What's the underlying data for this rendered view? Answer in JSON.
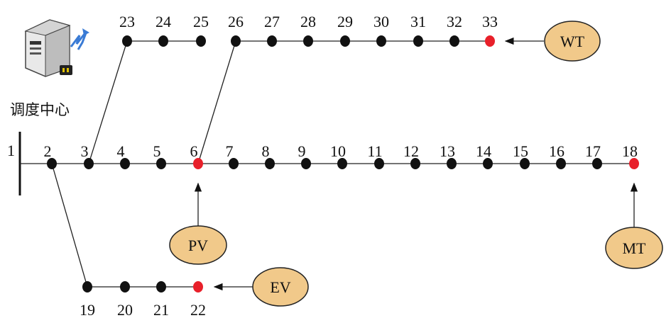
{
  "control_center": {
    "label": "调度中心",
    "icon": "server-icon"
  },
  "main_bus_label": "1",
  "nodes": [
    {
      "id": "2",
      "color": "black"
    },
    {
      "id": "3",
      "color": "black"
    },
    {
      "id": "4",
      "color": "black"
    },
    {
      "id": "5",
      "color": "black"
    },
    {
      "id": "6",
      "color": "red"
    },
    {
      "id": "7",
      "color": "black"
    },
    {
      "id": "8",
      "color": "black"
    },
    {
      "id": "9",
      "color": "black"
    },
    {
      "id": "10",
      "color": "black"
    },
    {
      "id": "11",
      "color": "black"
    },
    {
      "id": "12",
      "color": "black"
    },
    {
      "id": "13",
      "color": "black"
    },
    {
      "id": "14",
      "color": "black"
    },
    {
      "id": "15",
      "color": "black"
    },
    {
      "id": "16",
      "color": "black"
    },
    {
      "id": "17",
      "color": "black"
    },
    {
      "id": "18",
      "color": "red"
    },
    {
      "id": "19",
      "color": "black"
    },
    {
      "id": "20",
      "color": "black"
    },
    {
      "id": "21",
      "color": "black"
    },
    {
      "id": "22",
      "color": "red"
    },
    {
      "id": "23",
      "color": "black"
    },
    {
      "id": "24",
      "color": "black"
    },
    {
      "id": "25",
      "color": "black"
    },
    {
      "id": "26",
      "color": "black"
    },
    {
      "id": "27",
      "color": "black"
    },
    {
      "id": "28",
      "color": "black"
    },
    {
      "id": "29",
      "color": "black"
    },
    {
      "id": "30",
      "color": "black"
    },
    {
      "id": "31",
      "color": "black"
    },
    {
      "id": "32",
      "color": "black"
    },
    {
      "id": "33",
      "color": "red"
    }
  ],
  "sources": [
    {
      "label": "PV",
      "attached_to": "6"
    },
    {
      "label": "MT",
      "attached_to": "18"
    },
    {
      "label": "EV",
      "attached_to": "22"
    },
    {
      "label": "WT",
      "attached_to": "33"
    }
  ],
  "colors": {
    "black_node": "#111111",
    "red_node": "#e8202a",
    "source_fill": "#f1c98a",
    "lightning": "#3a7bd5"
  }
}
